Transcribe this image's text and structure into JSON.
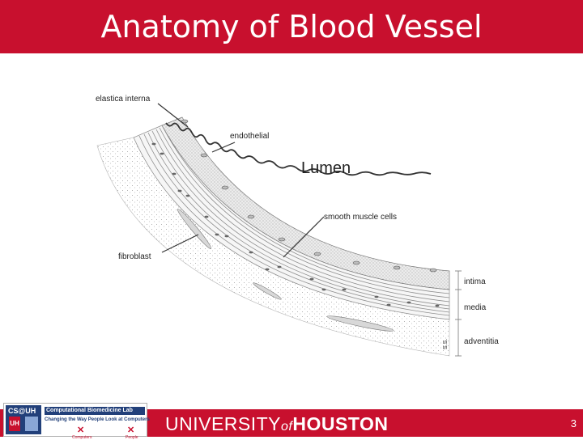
{
  "slide": {
    "title": "Anatomy of Blood Vessel",
    "page_number": "3"
  },
  "diagram": {
    "labels": {
      "elastica_interna": "elastica interna",
      "endothelial": "endothelial",
      "lumen": "Lumen",
      "smooth_muscle": "smooth muscle cells",
      "fibroblast": "fibroblast",
      "intima": "intima",
      "media": "media",
      "adventitia": "adventitia",
      "signature": "S.S."
    }
  },
  "footer": {
    "university_1": "UNIVERSITY",
    "university_of": "of",
    "university_2": "HOUSTON",
    "logo": {
      "badge": "CS@UH",
      "lab_name": "Computational Biomedicine Lab",
      "tagline": "Changing the Way People Look at Computers",
      "left_word": "Computers",
      "right_word": "People"
    }
  },
  "colors": {
    "brand_red": "#c8102e",
    "logo_blue": "#22407a"
  }
}
